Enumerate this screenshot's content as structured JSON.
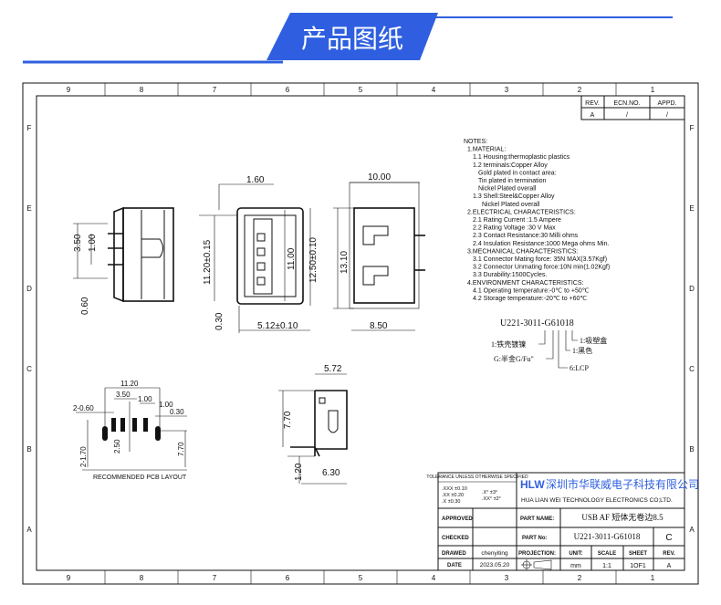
{
  "banner": {
    "title": "产品图纸",
    "color": "#2f5fe0"
  },
  "frame": {
    "columns": [
      "9",
      "8",
      "7",
      "6",
      "5",
      "4",
      "3",
      "2",
      "1"
    ],
    "rows": [
      "F",
      "E",
      "D",
      "C",
      "B",
      "A"
    ]
  },
  "revision_table": {
    "headers": [
      "REV.",
      "ECN.NO.",
      "APPD."
    ],
    "row": [
      "A",
      "/",
      "/"
    ]
  },
  "dimensions": {
    "side_350": "3.50",
    "side_100": "1.00",
    "side_060": "0.60",
    "front_160": "1.60",
    "front_1120": "11.20±0.15",
    "front_1100": "11.00",
    "front_1250": "12.50±0.10",
    "front_030": "0.30",
    "front_512": "5.12±0.10",
    "rear_1000": "10.00",
    "rear_1310": "13.10",
    "rear_850": "8.50",
    "bot_572": "5.72",
    "bot_770": "7.70",
    "bot_120": "1.20",
    "bot_630": "6.30"
  },
  "pcb_layout": {
    "title": "RECOMMENDED PCB LAYOUT",
    "dims": [
      "11.20",
      "3.50",
      "1.00",
      "1.00",
      "2-0.60",
      "0.30",
      "2.50",
      "2-1.70",
      "7.70"
    ]
  },
  "notes": [
    "NOTES:",
    "1.MATERIAL:",
    "1.1  Housing:thermoplastic plastics",
    "1.2  terminals:Copper Alloy",
    "Gold plated in contact area:",
    "Tin plated in termination",
    "Nickel Plated overall",
    "1.3  Shell:Steel&Copper Alloy",
    "Nickel Plated overall",
    "2.ELECTRICAL CHARACTERISTICS:",
    "2.1  Rating Current :1.5 Ampere",
    "2.2  Rating Voltage :30 V Max",
    "2.3  Contact Resistance:30 Milli ohms",
    "2.4  Insulation Resistance:1000 Mega ohms Min.",
    "3.MECHANICAL CHARACTERISTICS:",
    "3.1  Connector Mating force: 35N MAX(3.57Kgf)",
    "3.2  Connector Unmating force:10N min(1.02Kgf)",
    "3.3  Durability:1500Cycles.",
    "4.ENVIRONMENT CHARACTERISTICS:",
    "4.1  Operating temperature:-0℃ to +50℃",
    "4.2  Storage temperature:-20℃ to +60℃"
  ],
  "part_code": {
    "code": "U221-3011-G61018",
    "legend": [
      "1:铁壳镀镍",
      "G:半金G/Fu\"",
      "6:LCP",
      "1:黑色",
      "1:吸塑盒"
    ]
  },
  "title_block": {
    "tolerance_title": "TOLERANCE UNLESS OTHERWISE SPECIFIED",
    "tol_linear": [
      ".XXX ±0.10",
      ".XX  ±0.20",
      ".X   ±0.30"
    ],
    "tol_angle": [
      ".X°  ±3°",
      ".XX°  ±2°"
    ],
    "logo": "HLW",
    "company_cn": "深圳市华联威电子科技有限公司",
    "company_en": "HUA LIAN WEI TECHNOLOGY ELECTRONICS CO;LTD.",
    "approved_label": "APPROVED",
    "checked_label": "CHECKED",
    "drawed_label": "DRAWED",
    "drawed_value": "chenyiting",
    "date_label": "DATE",
    "date_value": "2023.05.20",
    "part_name_label": "PART NAME:",
    "part_name": "USB AF 短体无卷边8.5",
    "part_no_label": "PART No:",
    "part_no": "U221-3011-G61018",
    "rev_letter": "C",
    "projection_label": "PROJECTION:",
    "unit_label": "UNIT:",
    "unit": "mm",
    "scale_label": "SCALE",
    "scale": "1:1",
    "sheet_label": "SHEET",
    "sheet": "1OF1",
    "rev_label": "REV.",
    "rev": "A"
  }
}
